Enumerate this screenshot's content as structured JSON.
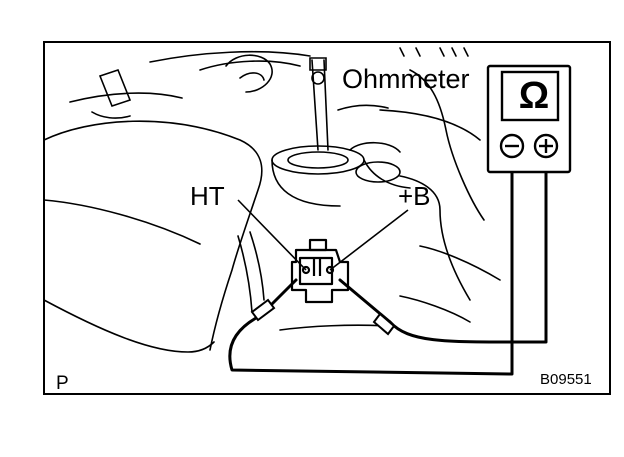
{
  "figure": {
    "labels": {
      "ohmmeter": "Ohmmeter",
      "ht": "HT",
      "plus_b": "+B",
      "corner": "P",
      "code": "B09551"
    },
    "meter": {
      "symbol": "Ω",
      "terminals": [
        "minus-terminal-icon",
        "plus-terminal-icon"
      ]
    },
    "colors": {
      "ink": "#000000",
      "paper": "#ffffff"
    }
  }
}
